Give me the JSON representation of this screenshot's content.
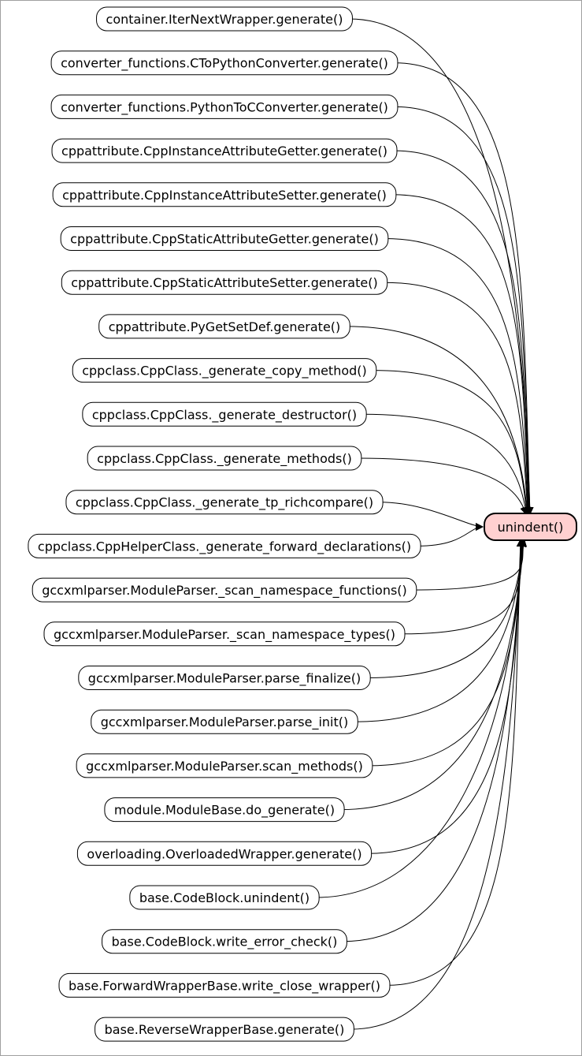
{
  "graph": {
    "target": "unindent()",
    "callers": [
      "container.IterNextWrapper.generate()",
      "converter_functions.CToPythonConverter.generate()",
      "converter_functions.PythonToCConverter.generate()",
      "cppattribute.CppInstanceAttributeGetter.generate()",
      "cppattribute.CppInstanceAttributeSetter.generate()",
      "cppattribute.CppStaticAttributeGetter.generate()",
      "cppattribute.CppStaticAttributeSetter.generate()",
      "cppattribute.PyGetSetDef.generate()",
      "cppclass.CppClass._generate_copy_method()",
      "cppclass.CppClass._generate_destructor()",
      "cppclass.CppClass._generate_methods()",
      "cppclass.CppClass._generate_tp_richcompare()",
      "cppclass.CppHelperClass._generate_forward_declarations()",
      "gccxmlparser.ModuleParser._scan_namespace_functions()",
      "gccxmlparser.ModuleParser._scan_namespace_types()",
      "gccxmlparser.ModuleParser.parse_finalize()",
      "gccxmlparser.ModuleParser.parse_init()",
      "gccxmlparser.ModuleParser.scan_methods()",
      "module.ModuleBase.do_generate()",
      "overloading.OverloadedWrapper.generate()",
      "base.CodeBlock.unindent()",
      "base.CodeBlock.write_error_check()",
      "base.ForwardWrapperBase.write_close_wrapper()",
      "base.ReverseWrapperBase.generate()"
    ]
  }
}
